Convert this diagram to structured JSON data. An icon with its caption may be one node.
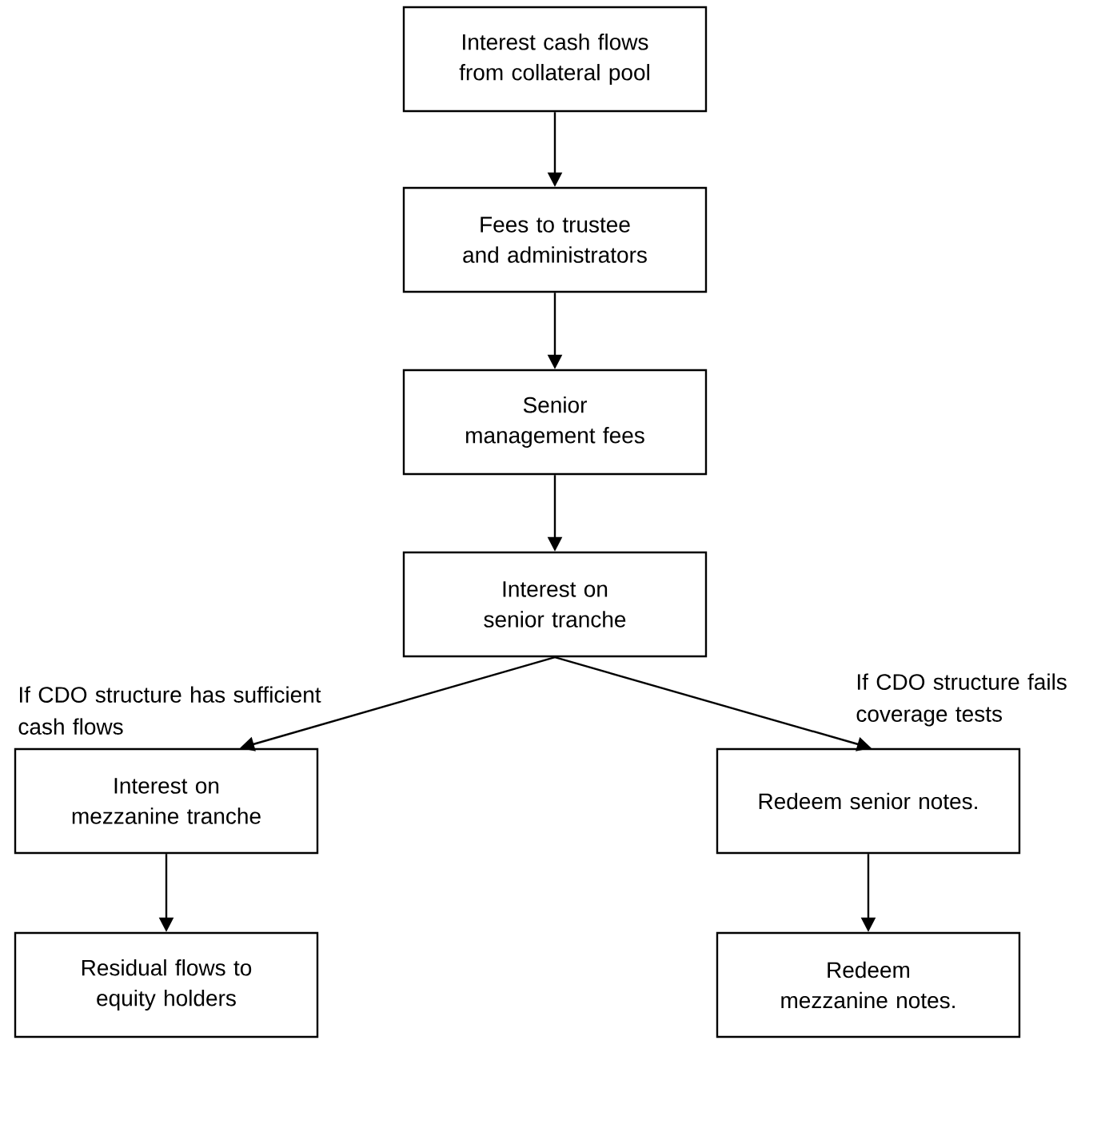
{
  "diagram": {
    "nodes": [
      {
        "text": [
          "Interest cash flows from collateral pool"
        ]
      },
      {
        "text": [
          "Fees to trustee and administrators"
        ]
      },
      {
        "text": [
          "Senior management fees"
        ]
      },
      {
        "text": [
          "Interest on senior tranche"
        ]
      },
      {
        "text": [
          "Interest on mezzanine tranche"
        ]
      },
      {
        "text": [
          "Redeem senior notes."
        ]
      },
      {
        "text": [
          "Residual flows to equity holders"
        ]
      },
      {
        "text": [
          "Redeem mezzanine notes."
        ]
      }
    ],
    "edges": [
      {
        "from": 0,
        "to": 1,
        "arrow": "to"
      },
      {
        "from": 1,
        "to": 2,
        "arrow": "to"
      },
      {
        "from": 2,
        "to": 3,
        "arrow": "to"
      },
      {
        "from": 3,
        "to": 4,
        "arrow": "to",
        "label": "If CDO structure has sufficient cash flows"
      },
      {
        "from": 3,
        "to": 5,
        "arrow": "to",
        "label": "If CDO structure fails coverage tests"
      },
      {
        "from": 4,
        "to": 6,
        "arrow": "to"
      },
      {
        "from": 5,
        "to": 7,
        "arrow": "to"
      }
    ]
  }
}
